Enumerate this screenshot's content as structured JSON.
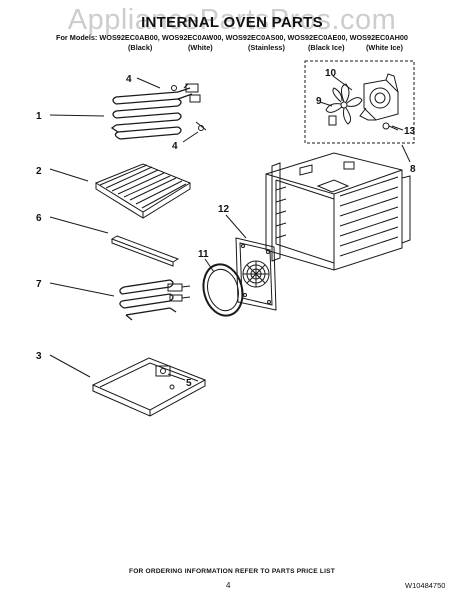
{
  "watermark": "AppliancePartsPros.com",
  "title": "INTERNAL OVEN PARTS",
  "model_line": "For Models: WOS92EC0AB00, WOS92EC0AW00, WOS92EC0AS00, WOS92EC0AE00, WOS92EC0AH00",
  "colors": [
    "(Black)",
    "(White)",
    "(Stainless)",
    "(Black Ice)",
    "(White Ice)"
  ],
  "callouts": [
    "1",
    "2",
    "3",
    "4",
    "4",
    "5",
    "6",
    "7",
    "8",
    "9",
    "10",
    "11",
    "12",
    "13"
  ],
  "footer": "FOR ORDERING INFORMATION REFER TO PARTS PRICE LIST",
  "page_number": "4",
  "document_number": "W10484750"
}
